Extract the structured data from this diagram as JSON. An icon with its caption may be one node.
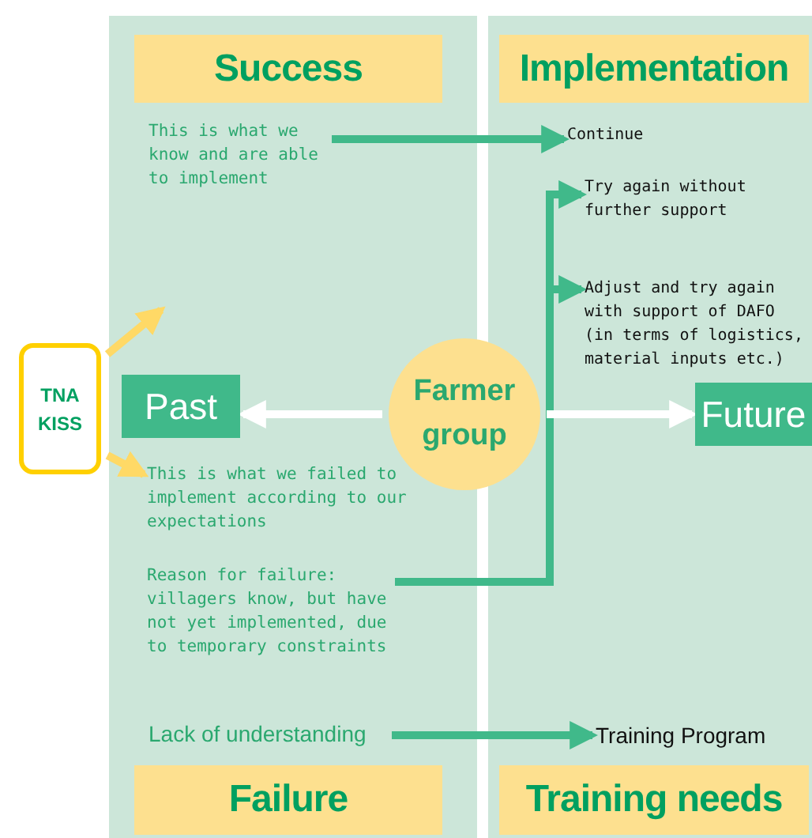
{
  "diagram": {
    "nodes": [
      {
        "text": [
          "Success"
        ]
      },
      {
        "text": [
          "Implementation"
        ]
      },
      {
        "text": [
          "This is what we know and are able to implement"
        ]
      },
      {
        "text": [
          "Continue"
        ]
      },
      {
        "text": [
          "Try again without further support"
        ]
      },
      {
        "text": [
          "Adjust and try again with support of DAFO (in terms of logistics, material inputs etc.)"
        ]
      },
      {
        "text": [
          "TNA KISS"
        ]
      },
      {
        "text": [
          "Past"
        ]
      },
      {
        "text": [
          "Farmer group"
        ]
      },
      {
        "text": [
          "Future"
        ]
      },
      {
        "text": [
          "This is what we failed to implement according to our expectations"
        ]
      },
      {
        "text": [
          "Reason for failure: villagers know, but have not yet implemented, due to temporary constraints"
        ]
      },
      {
        "text": [
          "Lack of understanding"
        ]
      },
      {
        "text": [
          "Training Program"
        ]
      },
      {
        "text": [
          "Failure"
        ]
      },
      {
        "text": [
          "Training needs"
        ]
      }
    ],
    "edges": [
      {
        "from": 2,
        "to": 3,
        "arrow": "to"
      },
      {
        "from": 11,
        "to": 4,
        "arrow": "to"
      },
      {
        "from": 11,
        "to": 5,
        "arrow": "to"
      },
      {
        "from": 8,
        "to": 7,
        "arrow": "to",
        "color": "#ffffff"
      },
      {
        "from": 8,
        "to": 9,
        "arrow": "to",
        "color": "#ffffff"
      },
      {
        "from": 6,
        "to": null,
        "arrow": "to",
        "color": "#ffd966"
      },
      {
        "from": 6,
        "to": 10,
        "arrow": "to",
        "color": "#ffd966"
      },
      {
        "from": 12,
        "to": 13,
        "arrow": "to"
      }
    ]
  }
}
